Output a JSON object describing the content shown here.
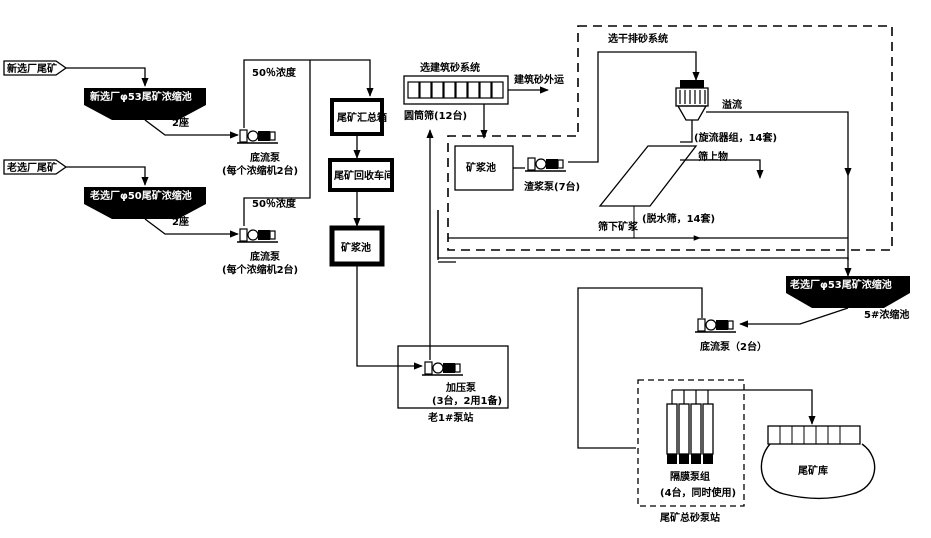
{
  "sources": {
    "new_plant_tailings": "新选厂尾矿",
    "old_plant_tailings": "老选厂尾矿"
  },
  "thickeners": {
    "new_phi53": "新选厂φ53尾矿浓缩池",
    "new_count": "2座",
    "old_phi50": "老选厂φ50尾矿浓缩池",
    "old_count": "2座",
    "old_phi53": "老选厂φ53尾矿浓缩池",
    "no5": "5#浓缩池"
  },
  "pumps": {
    "underflow_pump": "底流泵",
    "per_thickener_2": "(每个浓缩机2台)",
    "underflow_pump_2": "底流泵（2台）",
    "slurry_pump_7": "渣浆泵(7台)",
    "booster_pump": "加压泵",
    "booster_pump_spec": "(3台，2用1备)",
    "diaphragm_group": "隔膜泵组",
    "diaphragm_spec": "(4台，同时使用)"
  },
  "concentration": {
    "c50_top": "50％浓度",
    "c50_bottom": "50％浓度"
  },
  "process_boxes": {
    "tailings_collection_box": "尾矿汇总箱",
    "tailings_recovery_workshop": "尾矿回收车间",
    "slurry_pool_main": "矿浆池",
    "slurry_pool_small": "矿浆池"
  },
  "building_sand": {
    "system": "选建筑砂系统",
    "screen": "圆筒筛(12台)",
    "export": "建筑砂外运"
  },
  "dry_sand": {
    "system": "选干排砂系统",
    "overflow": "溢流",
    "cyclone_group": "(旋流器组，14套)",
    "screen_oversize": "筛上物",
    "dewatering_screen": "(脱水筛，14套)",
    "screen_undersize": "筛下矿浆"
  },
  "stations": {
    "old_no1_pump_station": "老1#泵站",
    "tailings_sand_pump_station": "尾矿总砂泵站",
    "tailings_reservoir": "尾矿库"
  }
}
